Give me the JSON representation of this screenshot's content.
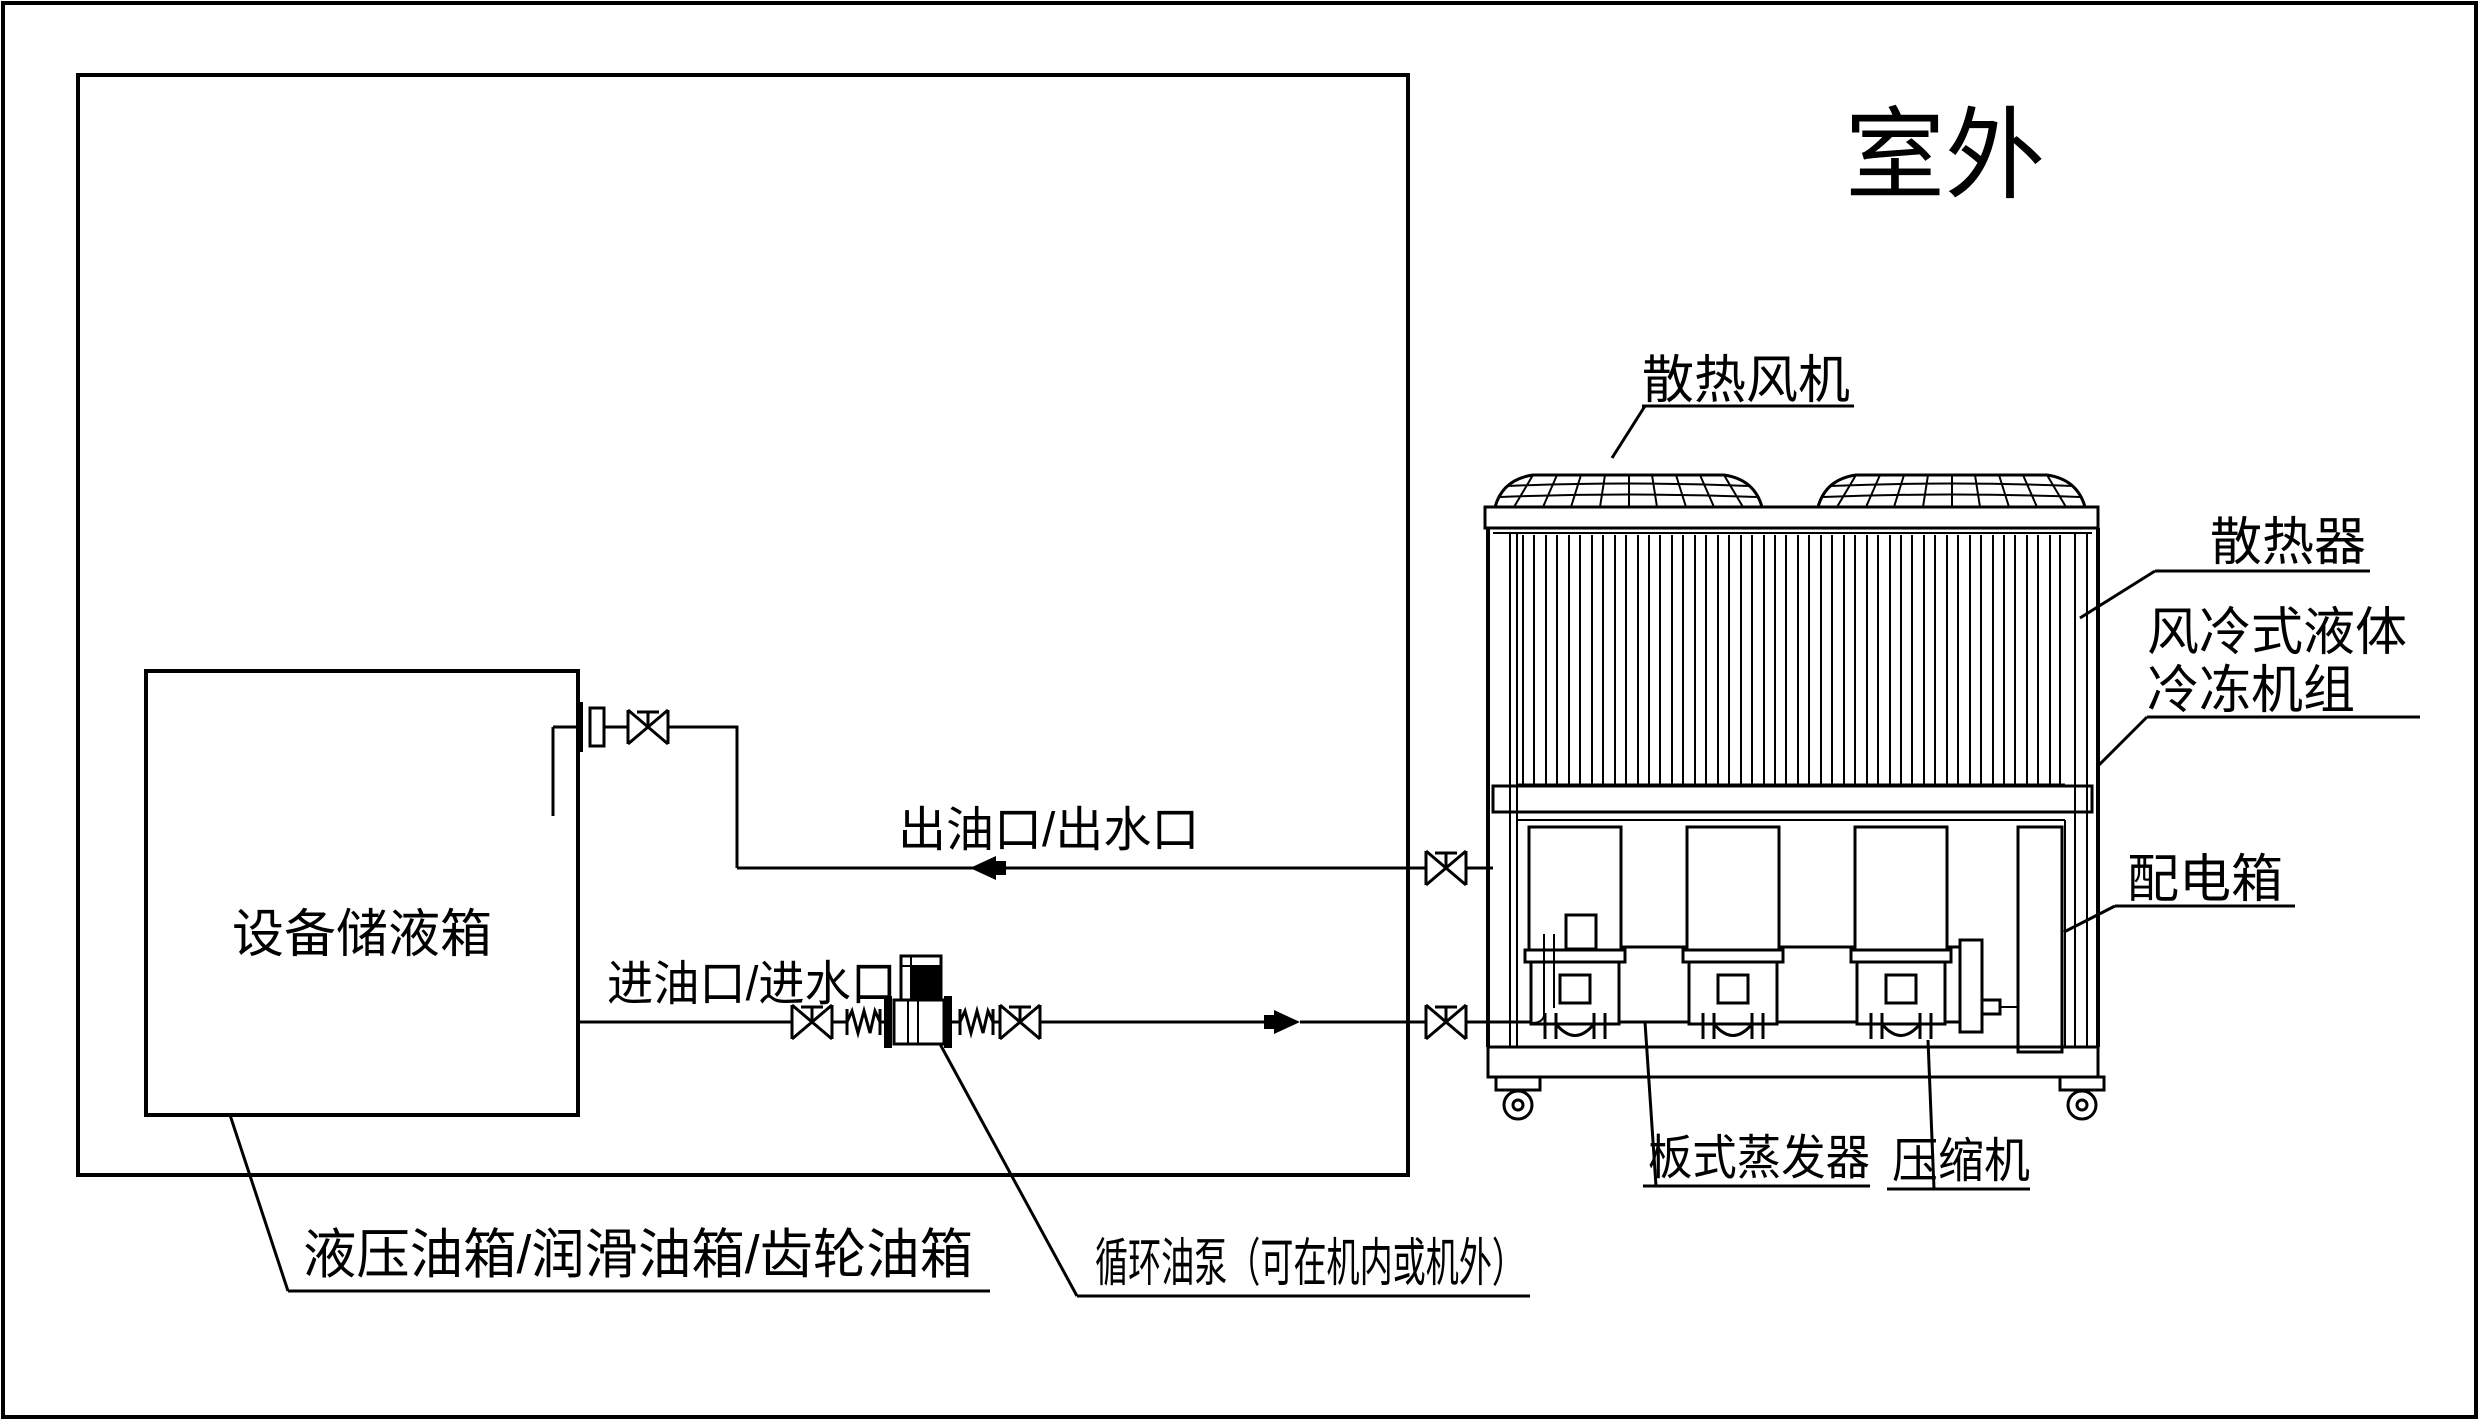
{
  "colors": {
    "ink": "#000000",
    "background": "#ffffff"
  },
  "outdoor_label": "室外",
  "equipment_tank": {
    "label": "设备储液箱",
    "annotation": "液压油箱/润滑油箱/齿轮油箱"
  },
  "pipes": {
    "outlet_label": "出油口/出水口",
    "inlet_label": "进油口/进水口"
  },
  "pump": {
    "annotation": "循环油泵（可在机内或机外）"
  },
  "chiller": {
    "fan_label": "散热风机",
    "radiator_label": "散热器",
    "unit_label_line1": "风冷式液体",
    "unit_label_line2": "冷冻机组",
    "power_box_label": "配电箱",
    "evaporator_label": "板式蒸发器",
    "compressor_label": "压缩机"
  }
}
